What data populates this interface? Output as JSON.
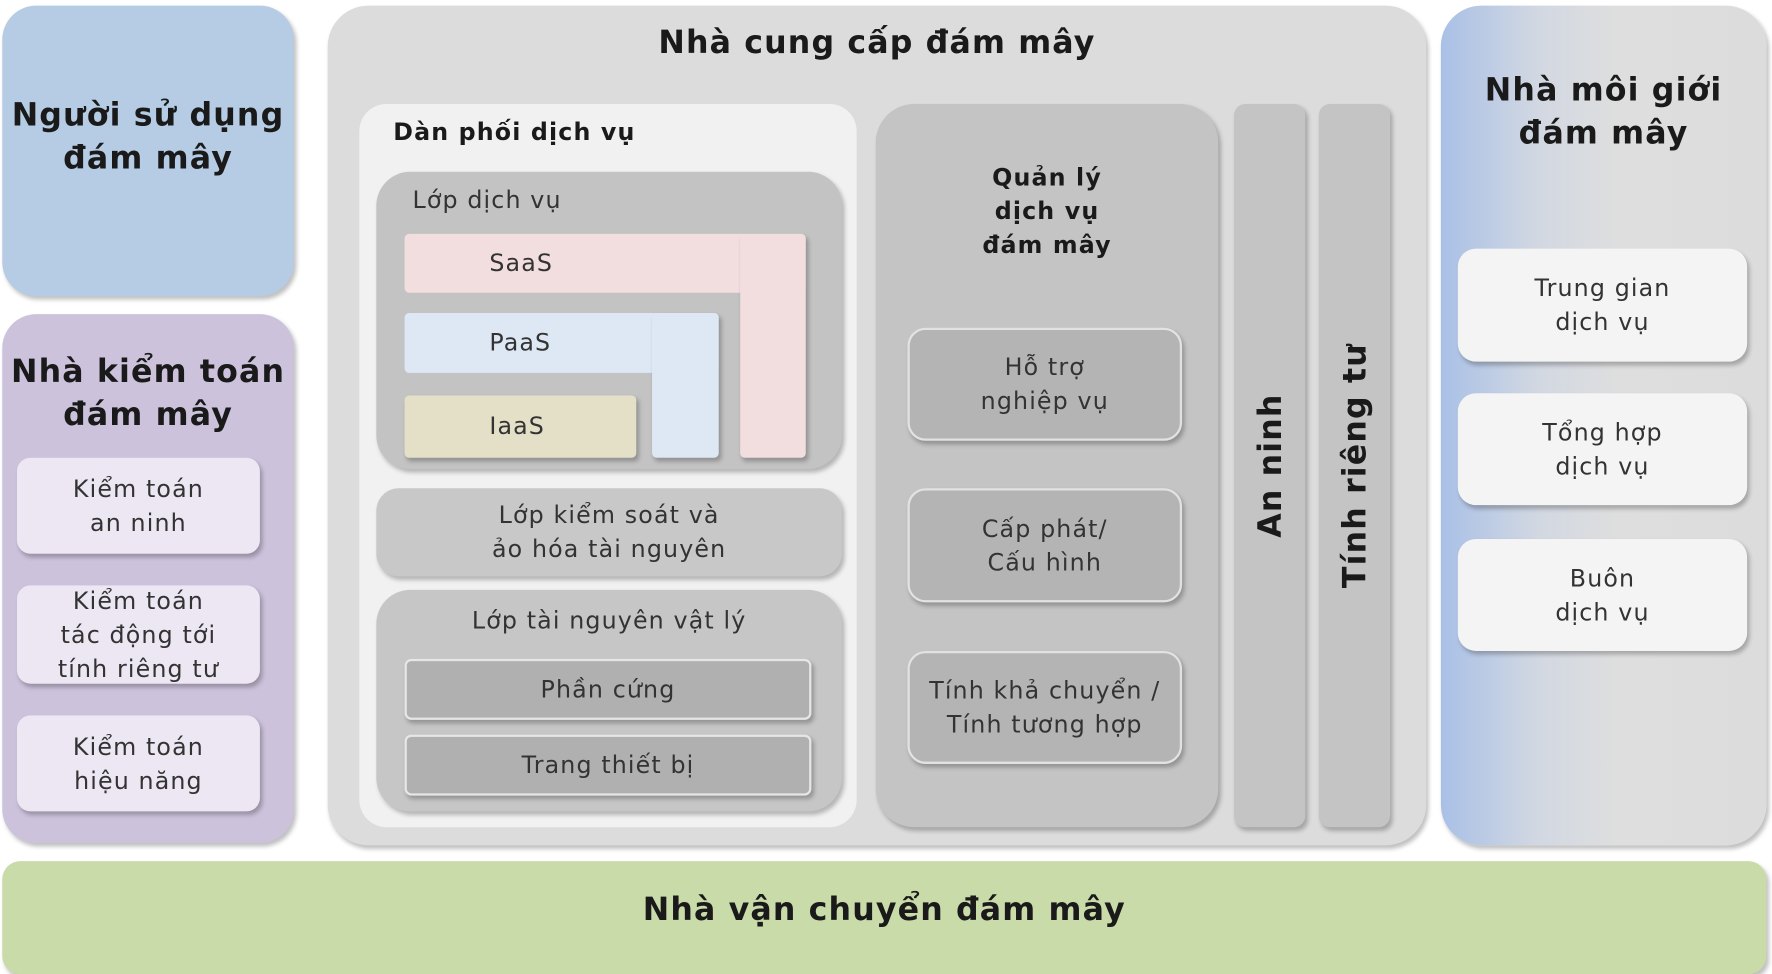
{
  "user": {
    "title_line1": "Người sử dụng",
    "title_line2": "đám mây"
  },
  "auditor": {
    "title_line1": "Nhà kiểm toán",
    "title_line2": "đám mây",
    "items": [
      {
        "line1": "Kiểm toán",
        "line2": "an ninh"
      },
      {
        "line1": "Kiểm toán",
        "line2": "tác động tới",
        "line3": "tính riêng tư"
      },
      {
        "line1": "Kiểm toán",
        "line2": "hiệu năng"
      }
    ]
  },
  "provider": {
    "title": "Nhà cung cấp đám mây",
    "orchestration": {
      "title": "Dàn phối dịch vụ",
      "service_layer": {
        "label": "Lớp dịch vụ",
        "saas": "SaaS",
        "paas": "PaaS",
        "iaas": "IaaS"
      },
      "control_layer": {
        "line1": "Lớp kiểm soát và",
        "line2": "ảo hóa tài nguyên"
      },
      "physical_layer": {
        "label": "Lớp tài nguyên vật lý",
        "hardware": "Phần cứng",
        "facility": "Trang thiết bị"
      }
    },
    "management": {
      "title_line1": "Quản lý",
      "title_line2": "dịch vụ",
      "title_line3": "đám mây",
      "items": [
        {
          "line1": "Hỗ trợ",
          "line2": "nghiệp vụ"
        },
        {
          "line1": "Cấp phát/",
          "line2": "Cấu hình"
        },
        {
          "line1": "Tính khả chuyển /",
          "line2": "Tính tương hợp"
        }
      ]
    },
    "security": "An ninh",
    "privacy": "Tính riêng tư"
  },
  "broker": {
    "title_line1": "Nhà môi giới",
    "title_line2": "đám mây",
    "items": [
      {
        "line1": "Trung gian",
        "line2": "dịch vụ"
      },
      {
        "line1": "Tổng hợp",
        "line2": "dịch vụ"
      },
      {
        "line1": "Buôn",
        "line2": "dịch vụ"
      }
    ]
  },
  "carrier": {
    "title": "Nhà vận chuyển đám mây"
  }
}
